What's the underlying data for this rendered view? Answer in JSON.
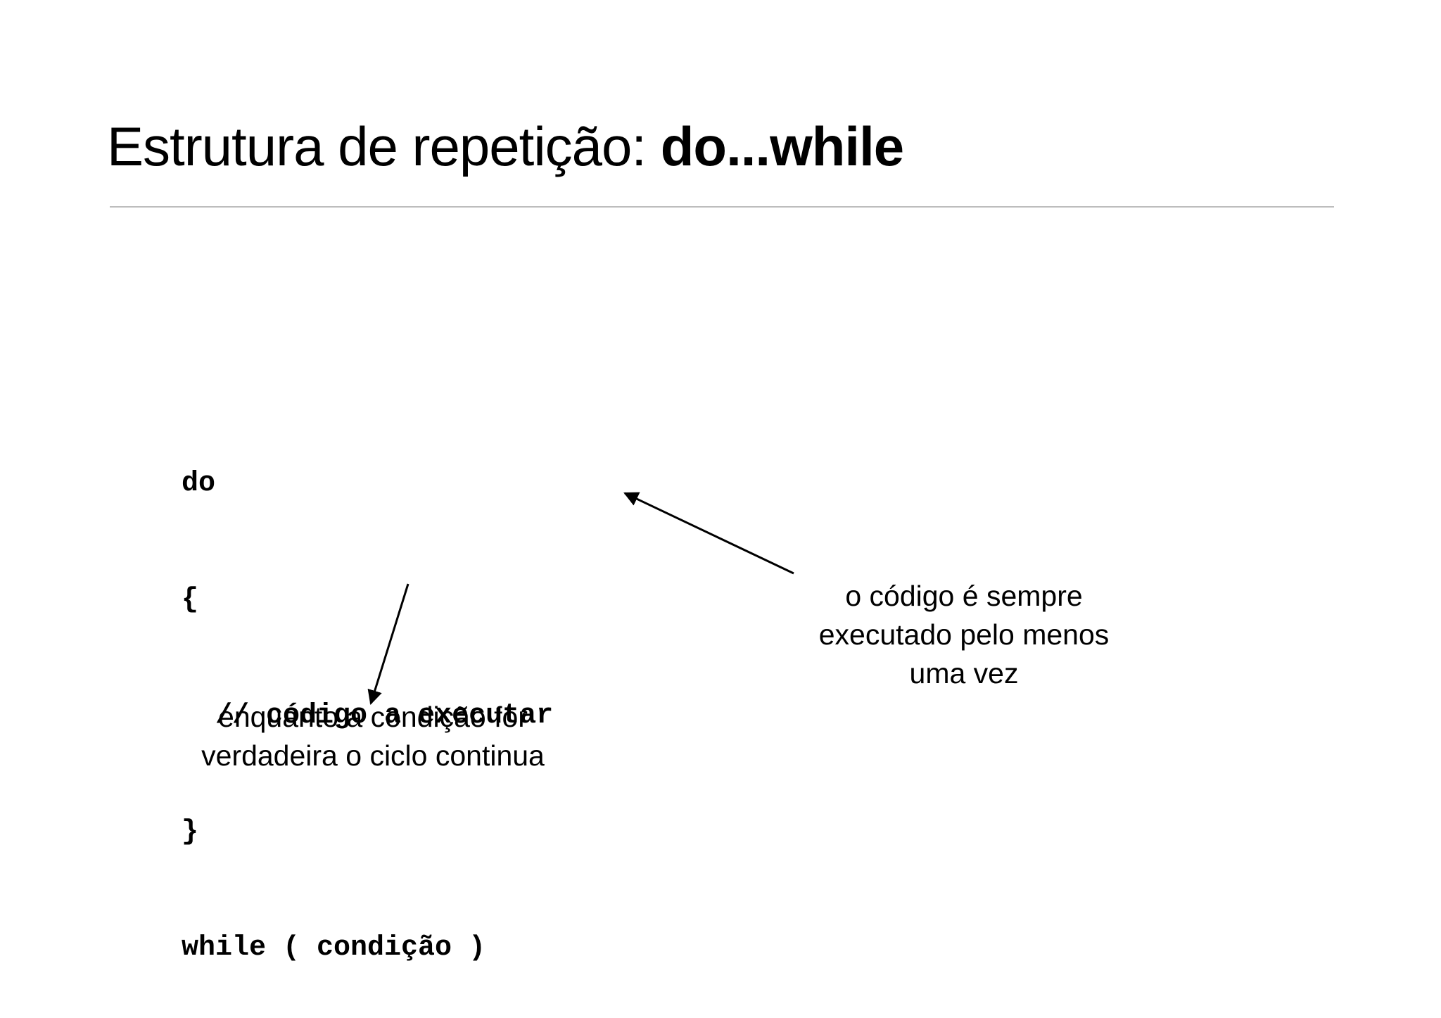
{
  "slide": {
    "title_regular": "Estrutura de repetição: ",
    "title_bold": "do...while"
  },
  "code": {
    "lines": [
      "do",
      "{",
      "  // código a executar",
      "}",
      "while ( condição )"
    ]
  },
  "annotations": {
    "right": {
      "lines": [
        "o código é sempre",
        "executado pelo menos",
        "uma vez"
      ]
    },
    "bottom": {
      "lines": [
        "enquanto a condição for",
        "verdadeira o ciclo continua"
      ]
    }
  }
}
